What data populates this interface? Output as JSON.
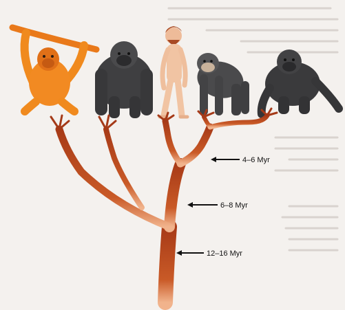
{
  "diagram": {
    "animals": [
      {
        "name": "orangutan",
        "color": "#f08a1e"
      },
      {
        "name": "gorilla",
        "color": "#3f3f41"
      },
      {
        "name": "human",
        "color": "#f1c4a3"
      },
      {
        "name": "chimpanzee",
        "color": "#4a4a4c"
      },
      {
        "name": "bonobo",
        "color": "#3a3a3c"
      }
    ],
    "tree_color": "#c0501e",
    "tree_highlight": "#e0875a",
    "divergences": [
      {
        "label": "4–6 Myr"
      },
      {
        "label": "6–8 Myr"
      },
      {
        "label": "12–16 Myr"
      }
    ]
  }
}
